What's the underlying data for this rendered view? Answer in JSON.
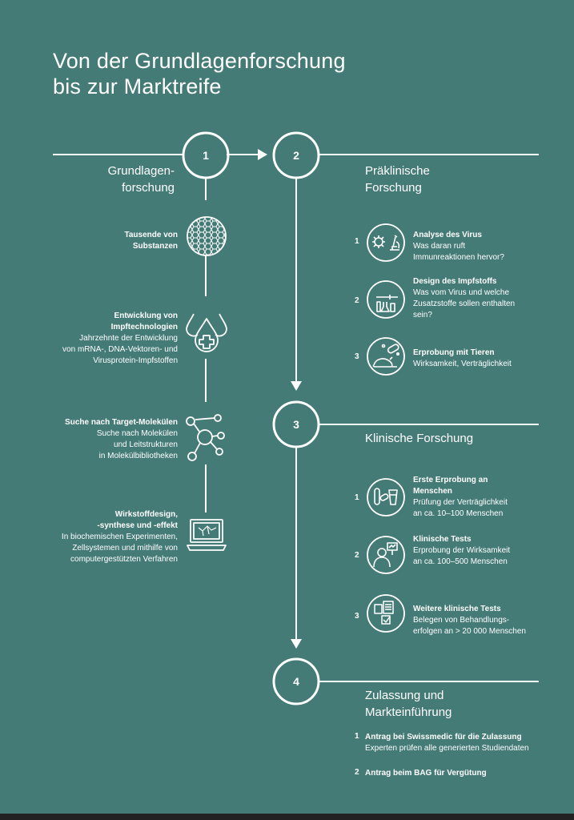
{
  "title": {
    "line1": "Von der Grundlagenforschung",
    "line2": "bis zur Marktreife"
  },
  "steps": [
    {
      "num": "1",
      "heading_line1": "Grundlagen-",
      "heading_line2": "forschung"
    },
    {
      "num": "2",
      "heading_line1": "Präklinische",
      "heading_line2": "Forschung"
    },
    {
      "num": "3",
      "heading_line1": "Klinische Forschung"
    },
    {
      "num": "4",
      "heading_line1": "Zulassung und",
      "heading_line2": "Markteinführung"
    }
  ],
  "basic_research": [
    {
      "title_lines": [
        "Tausende von",
        "Substanzen"
      ],
      "text_lines": [],
      "icon": "substances-icon"
    },
    {
      "title_lines": [
        "Entwicklung von",
        "Impftechnologien"
      ],
      "text_lines": [
        "Jahrzehnte der Entwicklung",
        "von mRNA-, DNA-Vektoren- und",
        "Virusprotein-Impfstoffen"
      ],
      "icon": "droplets-icon"
    },
    {
      "title_lines": [
        "Suche nach Target-Molekülen"
      ],
      "text_lines": [
        "Suche nach Molekülen",
        "und Leitstrukturen",
        "in Molekülbibliotheken"
      ],
      "icon": "molecule-icon"
    },
    {
      "title_lines": [
        "Wirkstoffdesign,",
        "-synthese und -effekt"
      ],
      "text_lines": [
        "In biochemischen Experimenten,",
        "Zellsystemen und mithilfe von",
        "computergestützten Verfahren"
      ],
      "icon": "laptop-icon"
    }
  ],
  "preclinical": [
    {
      "num": "1",
      "title_lines": [
        "Analyse des Virus"
      ],
      "text_lines": [
        "Was daran ruft",
        "Immunreaktionen hervor?"
      ],
      "icon": "virus-microscope-icon"
    },
    {
      "num": "2",
      "title_lines": [
        "Design des Impfstoffs"
      ],
      "text_lines": [
        "Was vom Virus und welche",
        "Zusatzstoffe sollen enthalten",
        "sein?"
      ],
      "icon": "syringe-flask-icon"
    },
    {
      "num": "3",
      "title_lines": [
        "Erprobung mit Tieren"
      ],
      "text_lines": [
        "Wirksamkeit, Verträglichkeit"
      ],
      "icon": "pill-mouse-icon"
    }
  ],
  "clinical": [
    {
      "num": "1",
      "title_lines": [
        "Erste Erprobung an",
        "Menschen"
      ],
      "text_lines": [
        "Prüfung der Verträglichkeit",
        "an ca. 10–100 Menschen"
      ],
      "icon": "vial-pill-cup-icon"
    },
    {
      "num": "2",
      "title_lines": [
        "Klinische Tests"
      ],
      "text_lines": [
        "Erprobung der Wirksamkeit",
        "an ca. 100–500 Menschen"
      ],
      "icon": "patient-chart-icon"
    },
    {
      "num": "3",
      "title_lines": [
        "Weitere klinische Tests"
      ],
      "text_lines": [
        "Belegen von Behandlungs-",
        "erfolgen an > 20 000 Menschen"
      ],
      "icon": "documents-check-icon"
    }
  ],
  "approval": [
    {
      "num": "1",
      "title": "Antrag bei Swissmedic für die Zulassung",
      "text": "Experten prüfen alle generierten Studiendaten"
    },
    {
      "num": "2",
      "title": "Antrag beim BAG für Vergütung",
      "text": ""
    }
  ]
}
